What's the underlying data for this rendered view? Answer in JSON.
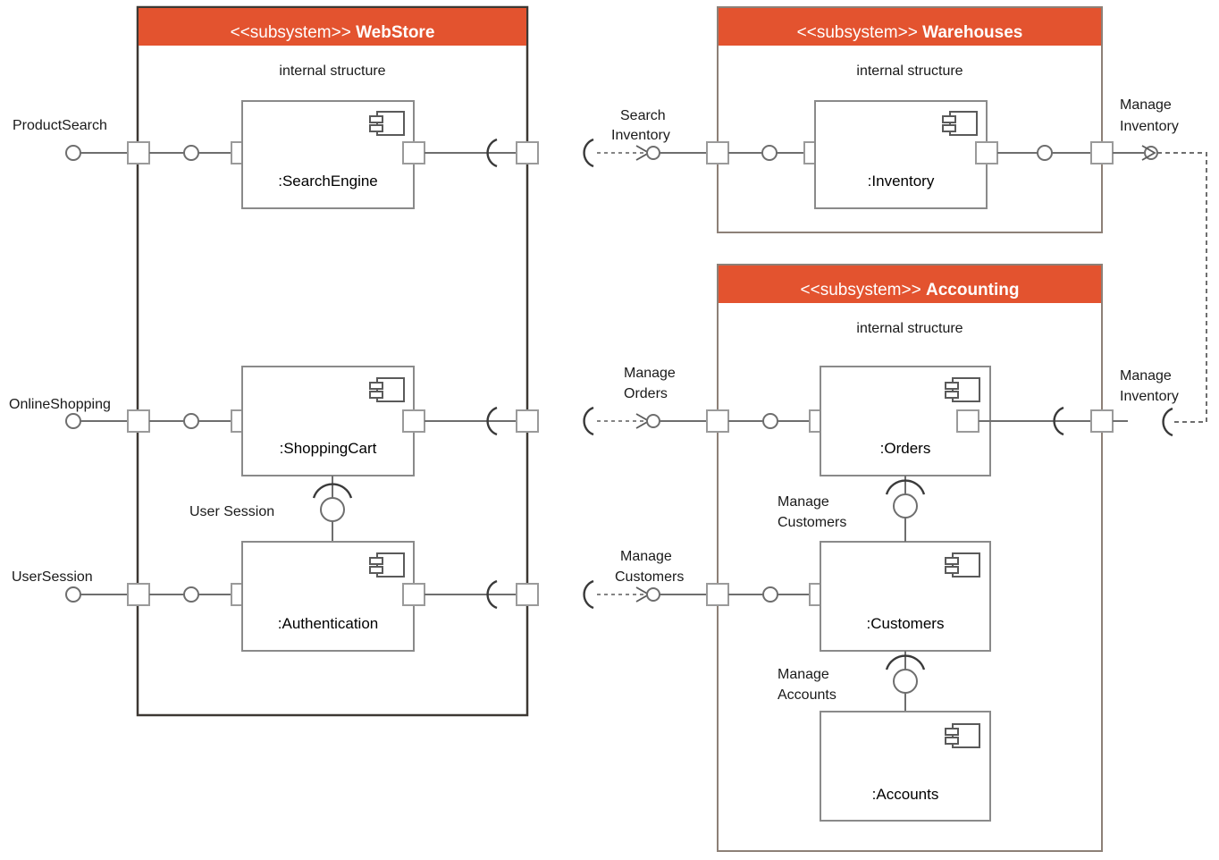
{
  "diagram": {
    "kind": "UML component / internal structure diagram",
    "stereotype": "<<subsystem>>",
    "internal_structure_label": "internal structure",
    "accent_color": "#E3532F",
    "line_color": "#6e6e6e",
    "background": "#ffffff"
  },
  "subsystems": [
    {
      "id": "webstore",
      "stereotype": "<<subsystem>>",
      "name": "WebStore",
      "internal_structure": "internal structure",
      "components": [
        {
          "name": ":SearchEngine"
        },
        {
          "name": ":ShoppingCart"
        },
        {
          "name": ":Authentication"
        }
      ],
      "internal_interfaces": [
        {
          "name": "User Session",
          "between": [
            ":ShoppingCart",
            ":Authentication"
          ]
        }
      ]
    },
    {
      "id": "warehouses",
      "stereotype": "<<subsystem>>",
      "name": "Warehouses",
      "internal_structure": "internal structure",
      "components": [
        {
          "name": ":Inventory"
        }
      ],
      "internal_interfaces": []
    },
    {
      "id": "accounting",
      "stereotype": "<<subsystem>>",
      "name": "Accounting",
      "internal_structure": "internal structure",
      "components": [
        {
          "name": ":Orders"
        },
        {
          "name": ":Customers"
        },
        {
          "name": ":Accounts"
        }
      ],
      "internal_interfaces": [
        {
          "name": "Manage Customers",
          "between": [
            ":Orders",
            ":Customers"
          ]
        },
        {
          "name": "Manage Accounts",
          "between": [
            ":Customers",
            ":Accounts"
          ]
        }
      ]
    }
  ],
  "external_provided_interfaces": [
    {
      "name": "ProductSearch",
      "subsystem": "WebStore"
    },
    {
      "name": "OnlineShopping",
      "subsystem": "WebStore"
    },
    {
      "name": "UserSession",
      "subsystem": "WebStore"
    }
  ],
  "assembly_connectors": [
    {
      "name": "Search Inventory",
      "from": "WebStore",
      "to": "Warehouses"
    },
    {
      "name": "Manage Orders",
      "from": "WebStore",
      "to": "Accounting"
    },
    {
      "name": "Manage Customers",
      "from": "WebStore",
      "to": "Accounting"
    },
    {
      "name": "Manage Inventory",
      "from": "Warehouses",
      "to": "Accounting",
      "label_top": "Manage Inventory",
      "label_bottom": "Manage Inventory"
    }
  ],
  "labels": {
    "product_search": "ProductSearch",
    "online_shopping": "OnlineShopping",
    "user_session_port": "UserSession",
    "search_inventory_l1": "Search",
    "search_inventory_l2": "Inventory",
    "manage_orders_l1": "Manage",
    "manage_orders_l2": "Orders",
    "manage_customers_l1": "Manage",
    "manage_customers_l2": "Customers",
    "manage_inventory_top_l1": "Manage",
    "manage_inventory_top_l2": "Inventory",
    "manage_inventory_bot_l1": "Manage",
    "manage_inventory_bot_l2": "Inventory",
    "user_session_iface": "User Session",
    "manage_customers_int_l1": "Manage",
    "manage_customers_int_l2": "Customers",
    "manage_accounts_int_l1": "Manage",
    "manage_accounts_int_l2": "Accounts",
    "internal_structure": "internal structure",
    "stereotype": "<<subsystem>> ",
    "webstore": "WebStore",
    "warehouses": "Warehouses",
    "accounting": "Accounting",
    "c_searchengine": ":SearchEngine",
    "c_shoppingcart": ":ShoppingCart",
    "c_authentication": ":Authentication",
    "c_inventory": ":Inventory",
    "c_orders": ":Orders",
    "c_customers": ":Customers",
    "c_accounts": ":Accounts"
  }
}
